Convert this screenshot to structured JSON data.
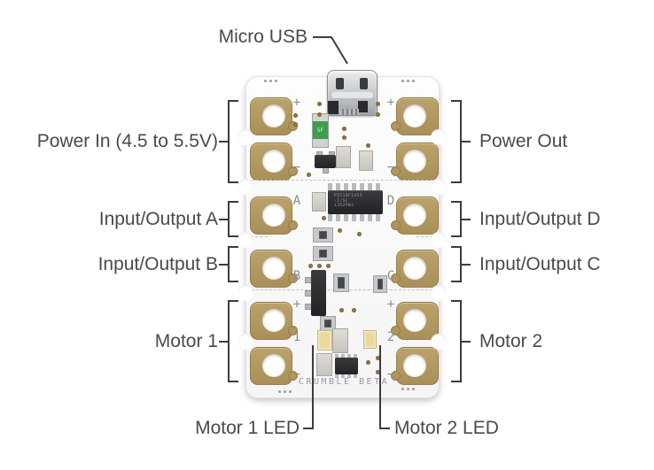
{
  "callouts": {
    "micro_usb": "Micro USB",
    "power_in": "Power In (4.5 to 5.5V)",
    "power_out": "Power Out",
    "io_a": "Input/Output A",
    "io_b": "Input/Output B",
    "io_c": "Input/Output C",
    "io_d": "Input/Output D",
    "motor_1": "Motor 1",
    "motor_2": "Motor 2",
    "motor_1_led": "Motor 1 LED",
    "motor_2_led": "Motor 2 LED"
  },
  "board": {
    "silkscreen_name": "CRUMBLE BETA",
    "markers_left": [
      "+",
      "−",
      "A",
      "B",
      "+",
      "1",
      "−"
    ],
    "markers_right": [
      "+",
      "−",
      "D",
      "C",
      "+",
      "2",
      "−"
    ],
    "mcu_text": [
      "PIC16F1455",
      "-I/SL",
      "1352PW2"
    ],
    "fuse_text": "5F"
  },
  "colors": {
    "background": "#ffffff",
    "board": "#fbfbfb",
    "pad_gold": "#b0965e",
    "silkscreen": "#8b8d90",
    "label_text": "#4a4a4c",
    "callout_line": "#3b3c3d",
    "fuse_green": "#3c9e4d",
    "led_yellow": "#ead99b",
    "chip_black": "#2c2c2e",
    "via_brown": "#8d7342"
  }
}
